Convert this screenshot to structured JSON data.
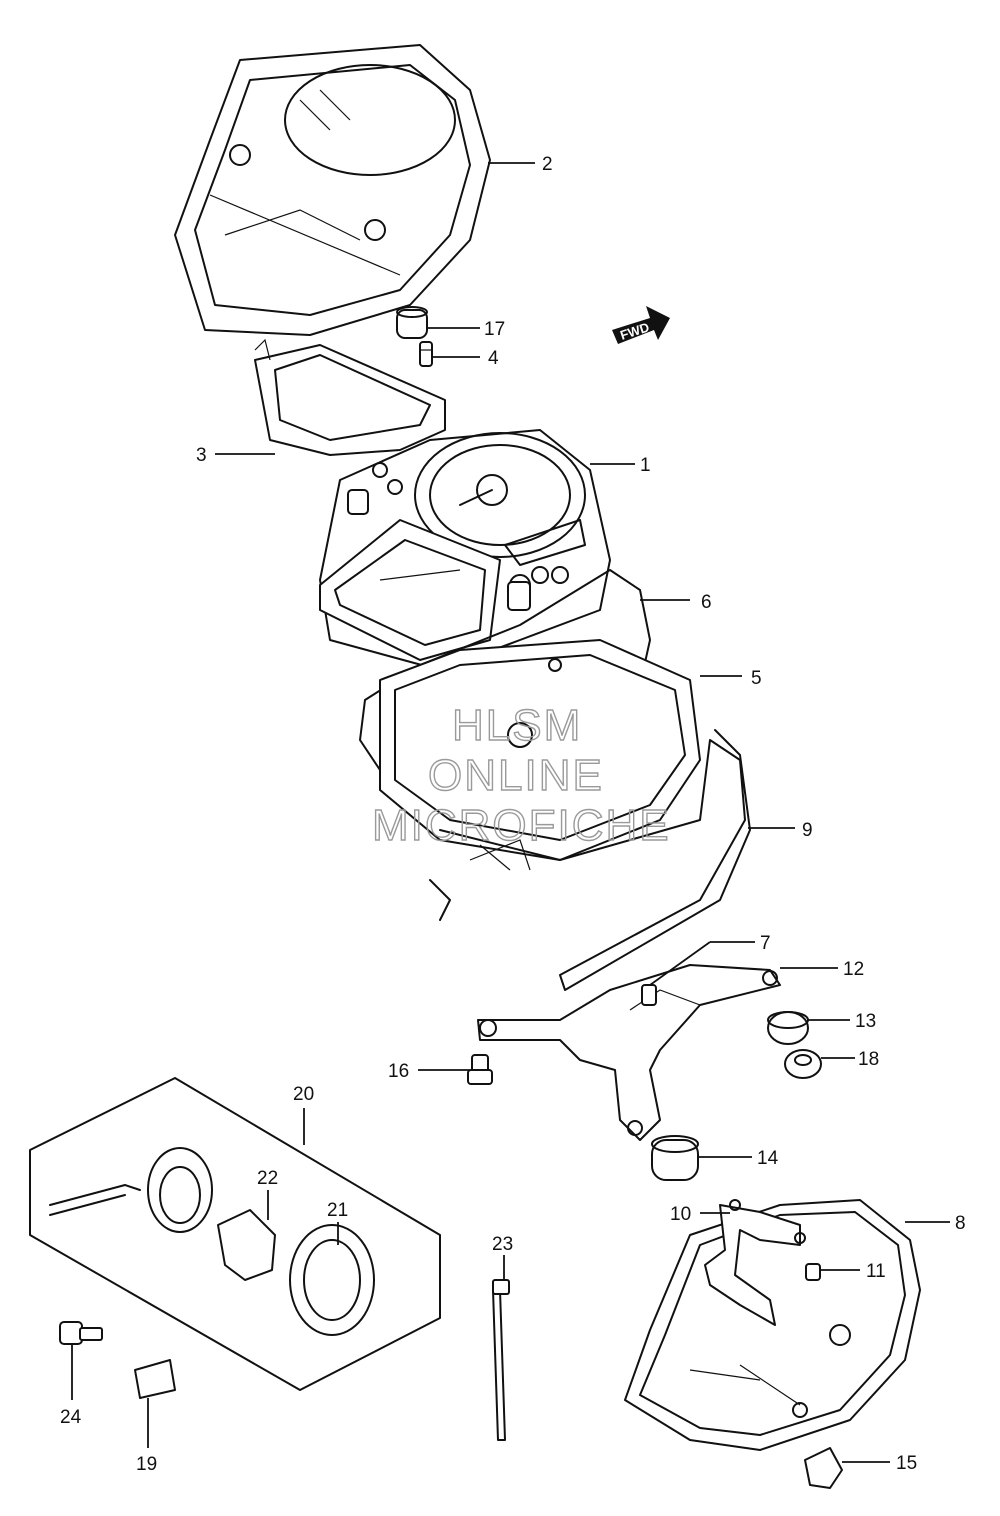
{
  "watermark": {
    "line1": "HLSM",
    "line2": "ONLINE",
    "line3": "MICROFICHE"
  },
  "direction_badge": {
    "label": "FWD"
  },
  "callouts": {
    "c1": "1",
    "c2": "2",
    "c3": "3",
    "c4": "4",
    "c5": "5",
    "c6": "6",
    "c7": "7",
    "c8": "8",
    "c9": "9",
    "c10": "10",
    "c11": "11",
    "c12": "12",
    "c13": "13",
    "c14": "14",
    "c15": "15",
    "c16": "16",
    "c17": "17",
    "c18": "18",
    "c19": "19",
    "c20": "20",
    "c21": "21",
    "c22": "22",
    "c23": "23",
    "c24": "24"
  }
}
